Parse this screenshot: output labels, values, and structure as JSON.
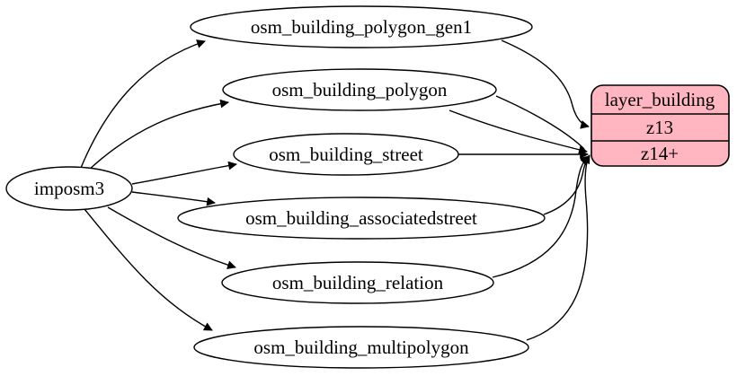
{
  "diagram": {
    "type": "graphviz-flow",
    "background": "#ffffff",
    "colors": {
      "table_fill": "#ffffff",
      "layer_fill": "#ffb6c1",
      "stroke": "#000000",
      "text": "#000000"
    },
    "source": {
      "label": "imposm3"
    },
    "tables": [
      {
        "label": "osm_building_polygon_gen1"
      },
      {
        "label": "osm_building_polygon"
      },
      {
        "label": "osm_building_street"
      },
      {
        "label": "osm_building_associatedstreet"
      },
      {
        "label": "osm_building_relation"
      },
      {
        "label": "osm_building_multipolygon"
      }
    ],
    "layer": {
      "title": "layer_building",
      "rows": [
        {
          "label": "z13"
        },
        {
          "label": "z14+"
        }
      ]
    },
    "edges": [
      {
        "from": "imposm3",
        "to": "osm_building_polygon_gen1"
      },
      {
        "from": "imposm3",
        "to": "osm_building_polygon"
      },
      {
        "from": "imposm3",
        "to": "osm_building_street"
      },
      {
        "from": "imposm3",
        "to": "osm_building_associatedstreet"
      },
      {
        "from": "imposm3",
        "to": "osm_building_relation"
      },
      {
        "from": "imposm3",
        "to": "osm_building_multipolygon"
      },
      {
        "from": "osm_building_polygon_gen1",
        "to": "layer_building:z13"
      },
      {
        "from": "osm_building_polygon",
        "to": "layer_building:z14+"
      },
      {
        "from": "osm_building_street",
        "to": "layer_building:z14+"
      },
      {
        "from": "osm_building_associatedstreet",
        "to": "layer_building:z14+"
      },
      {
        "from": "osm_building_relation",
        "to": "layer_building:z14+"
      },
      {
        "from": "osm_building_multipolygon",
        "to": "layer_building:z14+"
      }
    ]
  }
}
